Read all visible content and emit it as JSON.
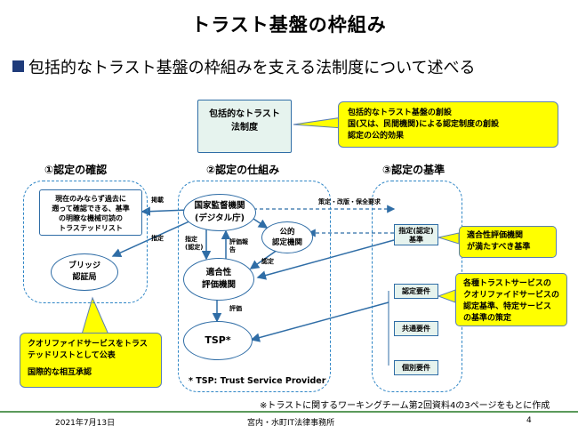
{
  "title": "トラスト基盤の枠組み",
  "subtitle": "包括的なトラスト基盤の枠組みを支える法制度について述べる",
  "doc_box": {
    "line1": "包括的なトラスト",
    "line2": "法制度"
  },
  "callout_top": {
    "line1": "包括的なトラスト基盤の創設",
    "line2": "国(又は、民間機関)による認定制度の創設",
    "line3": "認定の公的効果"
  },
  "sections": {
    "s1": "①認定の確認",
    "s2": "②認定の仕組み",
    "s3": "③認定の基準"
  },
  "col1": {
    "trust_list": {
      "line1": "現在のみならず過去に",
      "line2": "遡って確認できる、基準",
      "line3": "の明瞭な機械可読の",
      "line4": "トラステッドリスト"
    },
    "bridge": {
      "line1": "ブリッジ",
      "line2": "認証局"
    }
  },
  "col2": {
    "gov": {
      "line1": "国家監督機関",
      "line2": "(デジタル庁)"
    },
    "public": {
      "line1": "公的",
      "line2": "認定機関"
    },
    "eval": {
      "line1": "適合性",
      "line2": "評価機関"
    },
    "tsp": "TSP*"
  },
  "col3": {
    "designated": {
      "line1": "指定(認定)",
      "line2": "基準"
    },
    "req1": "認定要件",
    "req2": "共通要件",
    "req3": "個別要件"
  },
  "edge_labels": {
    "post": "掲載",
    "designate": "指定",
    "designate_auth": "指定\n(認定)",
    "eval_report": "評価報\n告",
    "certify": "認定",
    "evaluate": "評価",
    "policy": "策定・改版・保全要求"
  },
  "callout_right1": {
    "line1": "適合性評価機関",
    "line2": "が満たすべき基準"
  },
  "callout_right2": {
    "line1": "各種トラストサービスの",
    "line2": "クオリファイドサービスの",
    "line3": "認定基準、特定サービス",
    "line4": "の基準の策定"
  },
  "callout_left": {
    "line1": "クオリファイドサービスをトラス",
    "line2": "テッドリストとして公表",
    "line3": "国際的な相互承認"
  },
  "tsp_note": "* TSP: Trust Service Provider",
  "citation": "※トラストに関するワーキングチーム第2回資料4の3ページをもとに作成",
  "footer": {
    "date": "2021年7月13日",
    "office": "宮内・水町IT法律事務所",
    "page": "4"
  },
  "colors": {
    "accent_blue": "#2f6da6",
    "dashed_blue": "#2f86c6",
    "callout_yellow": "#ffff00",
    "pale_green": "#e6f3ee",
    "footer_green": "#5b9a5b"
  }
}
